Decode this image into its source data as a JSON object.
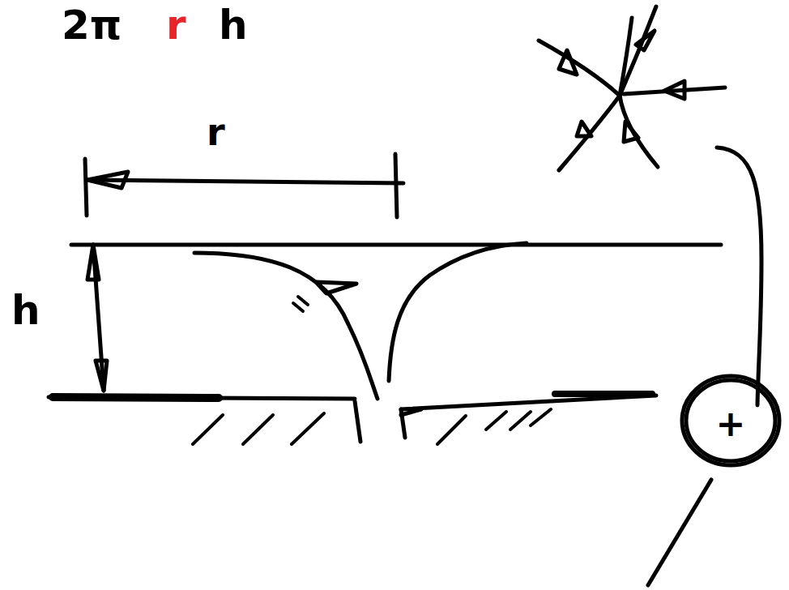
{
  "diagram": {
    "nodes": [
      {
        "text": [
          "+"
        ]
      }
    ],
    "labels": [
      "2π",
      "r",
      "h",
      "r",
      "h"
    ]
  }
}
